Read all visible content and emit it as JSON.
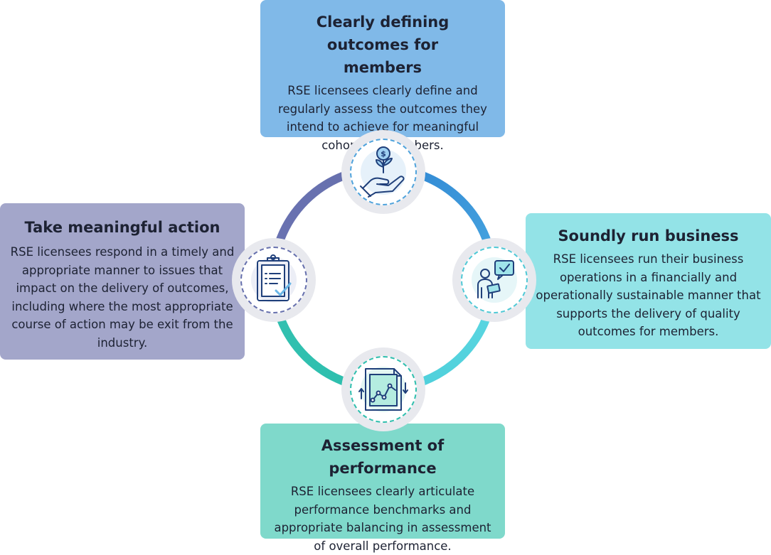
{
  "stages": {
    "top": {
      "title": "Clearly defining outcomes for members",
      "text": "RSE licensees clearly define and regularly assess the outcomes they intend to achieve for meaningful cohorts of members.",
      "color": "#80b9e8",
      "icon": "hand-plant-dollar-icon"
    },
    "right": {
      "title": "Soundly run business",
      "text": "RSE licensees run their business operations in a financially and operationally sustainable manner that supports the delivery of quality outcomes for members.",
      "color": "#93e3e7",
      "icon": "person-presentation-check-icon"
    },
    "bottom": {
      "title": "Assessment of performance",
      "text": "RSE licensees clearly articulate performance benchmarks and appropriate balancing in assessment of overall performance.",
      "color": "#7fd9cb",
      "icon": "performance-chart-icon"
    },
    "left": {
      "title": "Take meaningful action",
      "text": "RSE licensees respond in a timely and appropriate manner to issues that impact on the delivery of outcomes, including where the most appropriate course of action may be exit from the industry.",
      "color": "#a3a6ca",
      "icon": "clipboard-check-icon"
    }
  },
  "ring_colors": {
    "top_right": "#3a8fd6",
    "right_bottom": "#4fd3df",
    "bottom_left": "#2dbfae",
    "left_top": "#6670ad"
  }
}
